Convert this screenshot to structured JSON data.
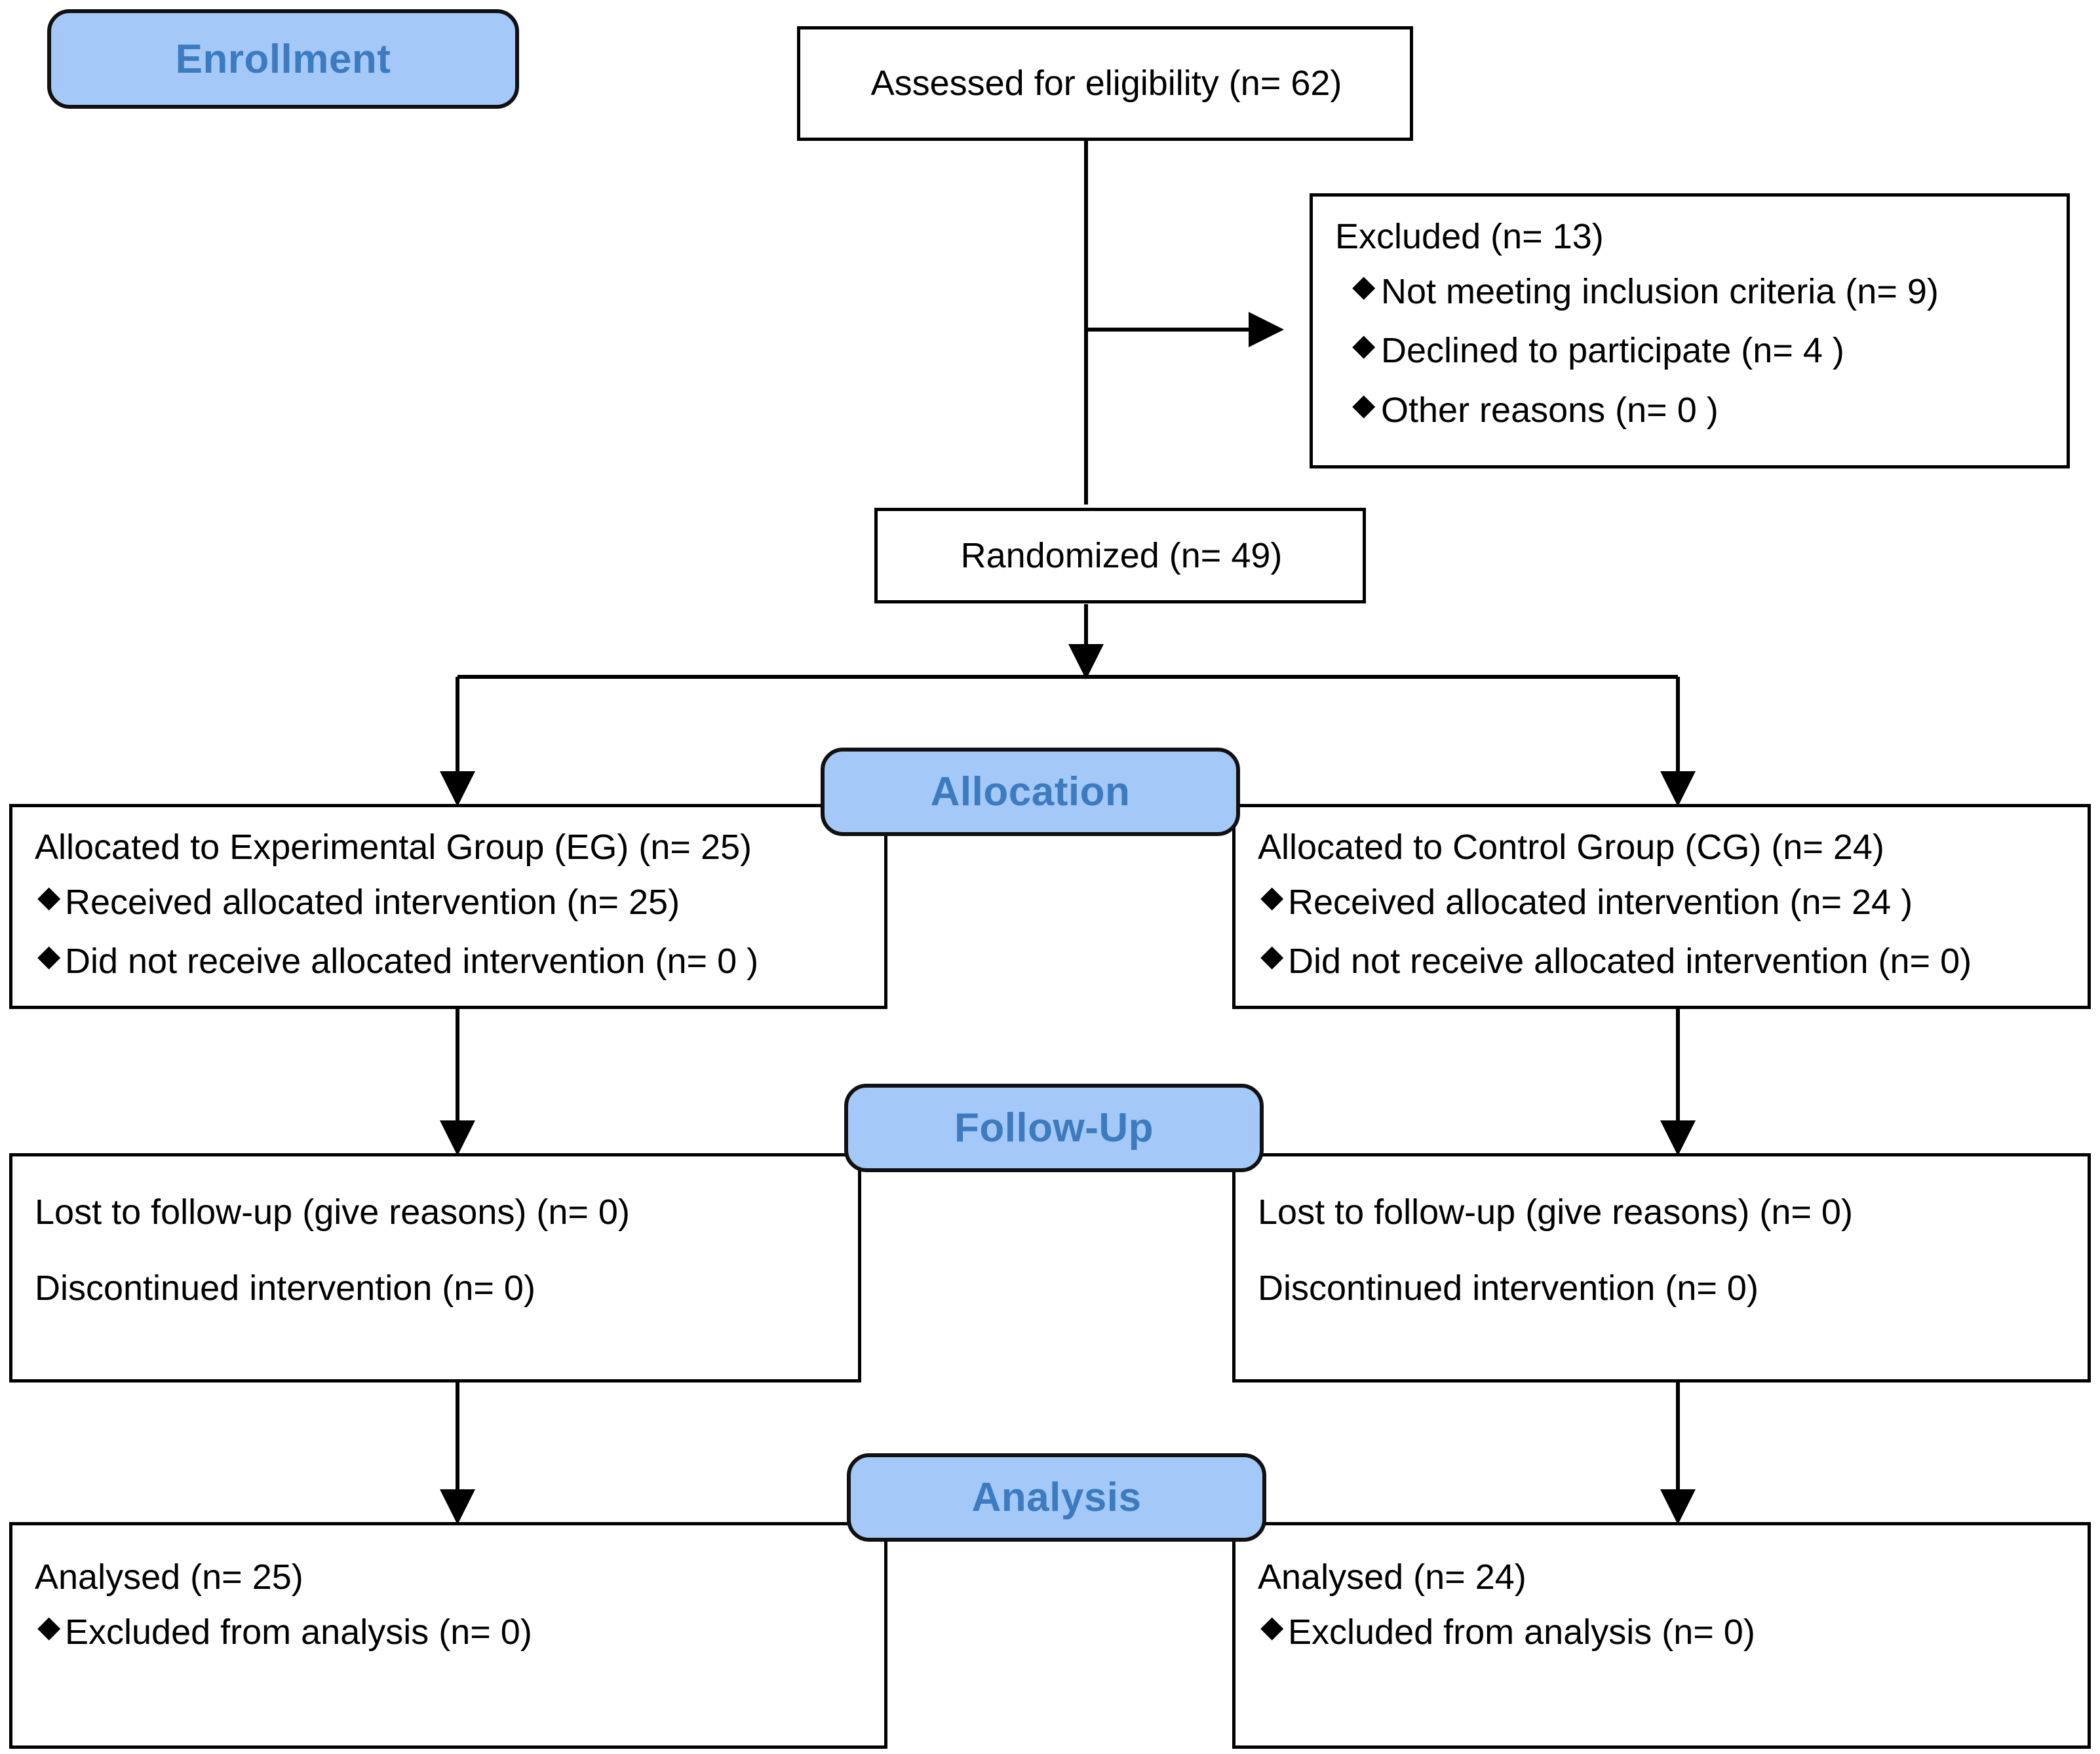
{
  "diagram": {
    "type": "CONSORT participant flow diagram",
    "accent_blue_fill": "#A4C8F8",
    "accent_blue_text": "#3C7BBF",
    "line_color": "#000000",
    "bullet_glyph": "♦"
  },
  "banners": {
    "enrollment": "Enrollment",
    "allocation": "Allocation",
    "followup": "Follow-Up",
    "analysis": "Analysis"
  },
  "enrollment": {
    "assessed": "Assessed for eligibility (n= 62)",
    "excluded_title": "Excluded (n= 13)",
    "excluded_reasons": [
      "Not meeting inclusion criteria (n= 9)",
      "Declined to participate (n= 4 )",
      "Other reasons (n= 0 )"
    ],
    "randomized": "Randomized (n= 49)"
  },
  "allocation": {
    "left": {
      "title": "Allocated to Experimental Group (EG) (n= 25)",
      "items": [
        "Received allocated intervention (n= 25)",
        "Did not receive allocated intervention (n= 0 )"
      ]
    },
    "right": {
      "title": "Allocated to Control Group (CG) (n= 24)",
      "items": [
        "Received allocated intervention (n= 24 )",
        "Did not receive allocated intervention (n= 0)"
      ]
    }
  },
  "followup": {
    "left": {
      "line1": "Lost to follow-up (give reasons) (n= 0)",
      "line2": "Discontinued intervention (n= 0)"
    },
    "right": {
      "line1": "Lost to follow-up (give reasons) (n= 0)",
      "line2": "Discontinued intervention (n= 0)"
    }
  },
  "analysis": {
    "left": {
      "title": "Analysed (n= 25)",
      "items": [
        "Excluded from analysis (n= 0)"
      ]
    },
    "right": {
      "title": "Analysed (n= 24)",
      "items": [
        "Excluded from analysis (n= 0)"
      ]
    }
  },
  "counts": {
    "assessed_for_eligibility": 62,
    "excluded_total": 13,
    "not_meeting_inclusion_criteria": 9,
    "declined_to_participate": 4,
    "other_reasons": 0,
    "randomized": 49,
    "allocated_experimental": 25,
    "allocated_control": 24,
    "received_intervention_experimental": 25,
    "not_received_intervention_experimental": 0,
    "received_intervention_control": 24,
    "not_received_intervention_control": 0,
    "lost_to_followup_experimental": 0,
    "discontinued_experimental": 0,
    "lost_to_followup_control": 0,
    "discontinued_control": 0,
    "analysed_experimental": 25,
    "excluded_from_analysis_experimental": 0,
    "analysed_control": 24,
    "excluded_from_analysis_control": 0
  }
}
